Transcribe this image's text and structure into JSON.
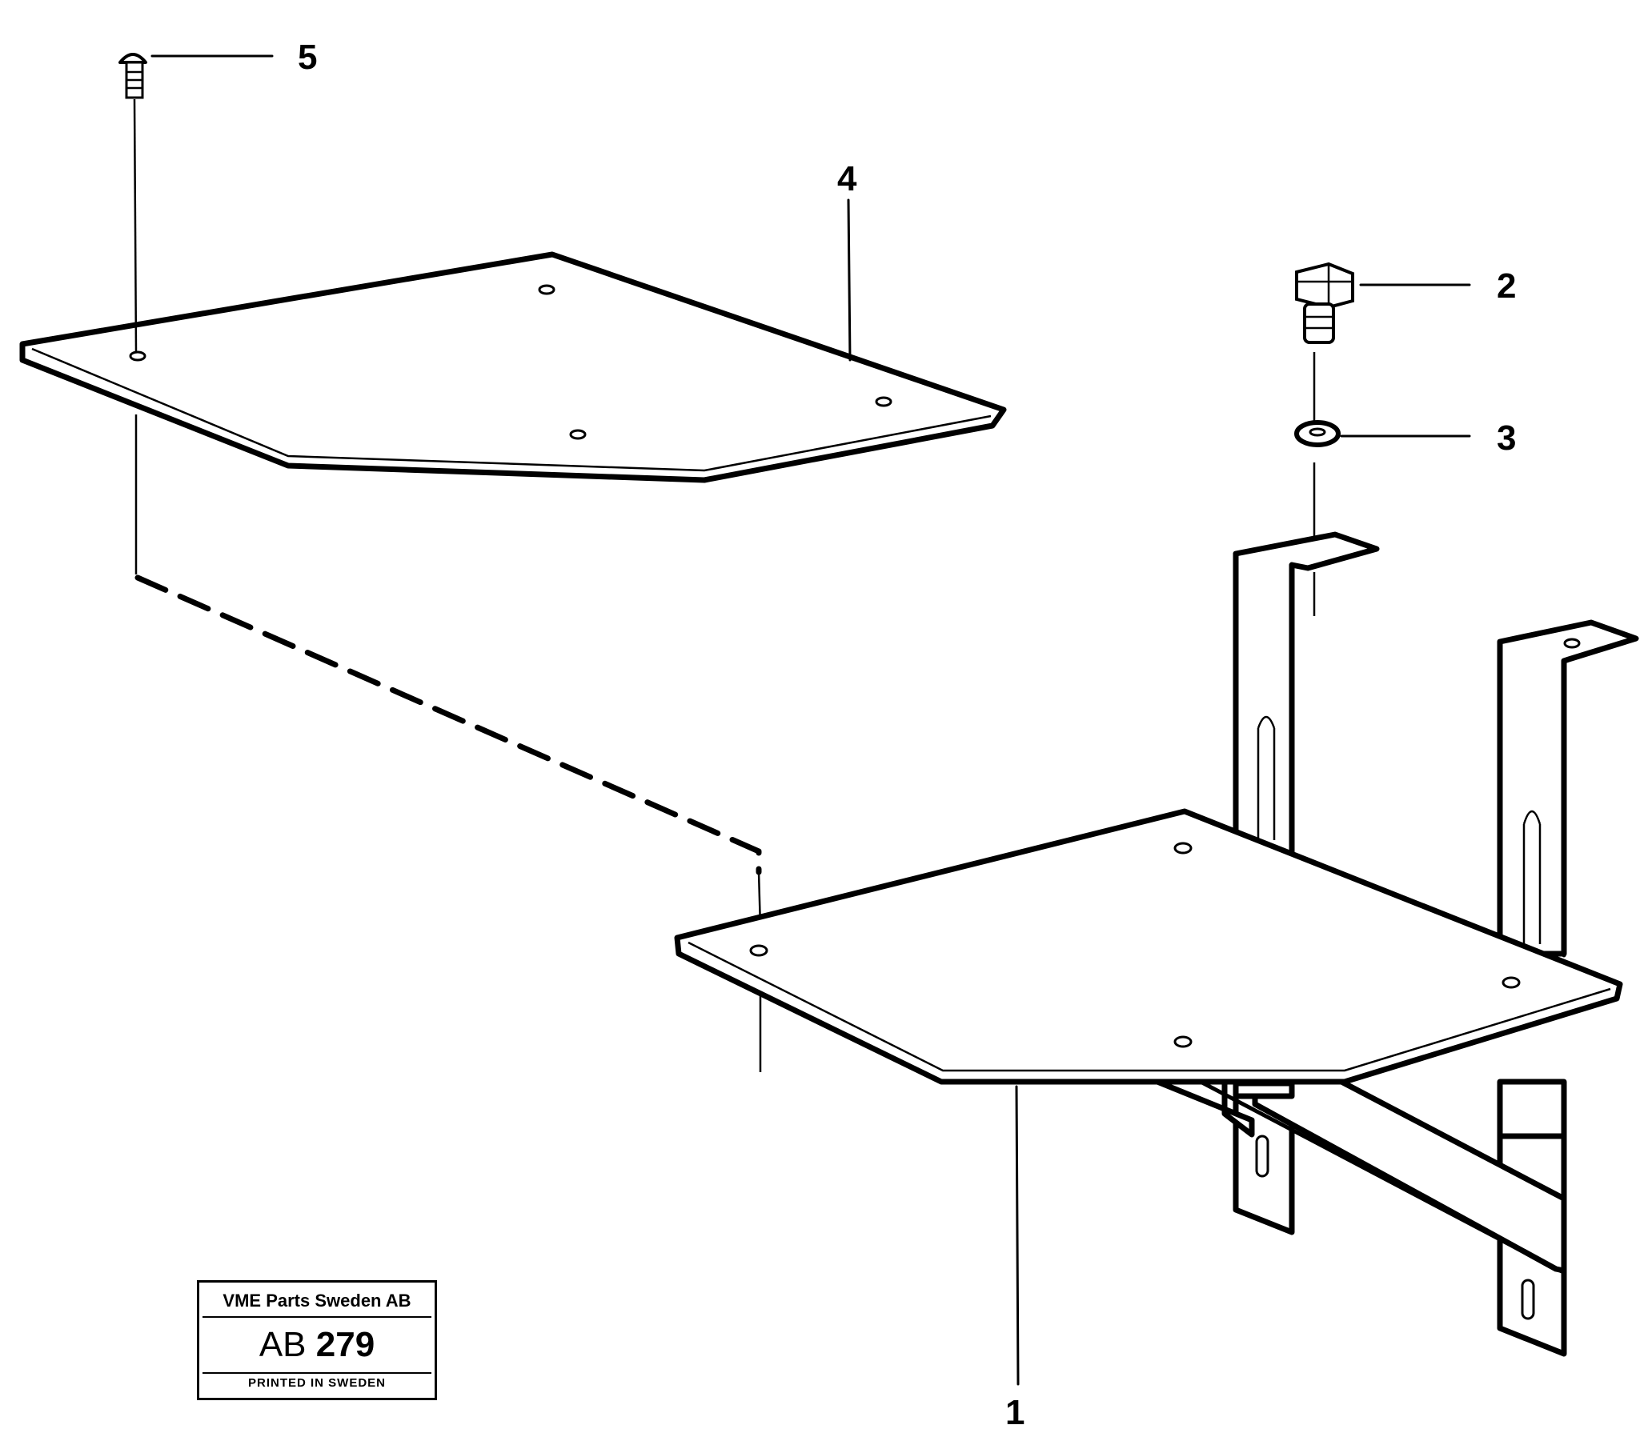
{
  "callouts": {
    "c1": "1",
    "c2": "2",
    "c3": "3",
    "c4": "4",
    "c5": "5"
  },
  "label": {
    "company": "VME Parts Sweden AB",
    "code_prefix": "AB",
    "code_number": "279",
    "printed": "PRINTED IN SWEDEN"
  }
}
